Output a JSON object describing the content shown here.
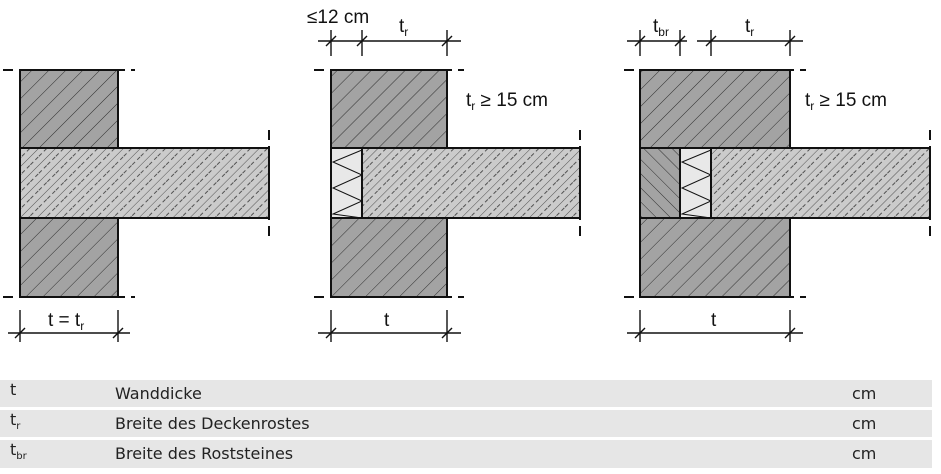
{
  "diagrams": [
    {
      "bottom_dim": {
        "base": "t = t",
        "sub": "r"
      }
    },
    {
      "top_dim_1": "≤12 cm",
      "top_dim_2": {
        "base": "t",
        "sub": "r"
      },
      "bottom_dim": "t",
      "note": {
        "base": "t",
        "sub": "r",
        "rest": " ≥ 15 cm"
      }
    },
    {
      "top_dim_1": {
        "base": "t",
        "sub": "br"
      },
      "top_dim_2": {
        "base": "t",
        "sub": "r"
      },
      "bottom_dim": "t",
      "note": {
        "base": "t",
        "sub": "r",
        "rest": " ≥ 15 cm"
      }
    }
  ],
  "legend": [
    {
      "symbol": "t",
      "sub": "",
      "description": "Wanddicke",
      "unit": "cm"
    },
    {
      "symbol": "t",
      "sub": "r",
      "description": "Breite des Deckenrostes",
      "unit": "cm"
    },
    {
      "symbol": "t",
      "sub": "br",
      "description": "Breite des Roststeines",
      "unit": "cm"
    }
  ],
  "colors": {
    "wall": "#a3a3a3",
    "slab": "#cbcbcb",
    "insulation": "#e8e8e8",
    "row_bg": "#e6e6e6"
  }
}
